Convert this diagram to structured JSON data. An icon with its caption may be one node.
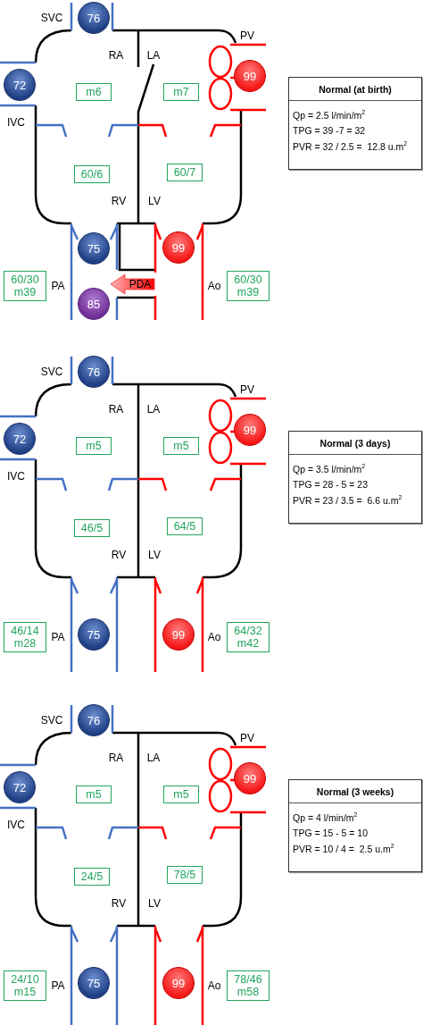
{
  "diagram": {
    "nodes": [
      {
        "text": [
          "76"
        ]
      },
      {
        "text": [
          "72"
        ]
      },
      {
        "text": [
          "99"
        ]
      },
      {
        "text": [
          "m6"
        ]
      },
      {
        "text": [
          "m7"
        ]
      },
      {
        "text": [
          "60/6"
        ]
      },
      {
        "text": [
          "60/7"
        ]
      },
      {
        "text": [
          "75"
        ]
      },
      {
        "text": [
          "99"
        ]
      },
      {
        "text": [
          "60/30 m39"
        ]
      },
      {
        "text": [
          "85"
        ]
      },
      {
        "text": [
          "60/30 m39"
        ]
      },
      {
        "text": [
          "Normal (at birth)",
          "Qp = 2.5 l/min/m$^{2}$",
          "TPG = 39 -7 = 32",
          "PVR = 32 / 2.5 =  12.8 u.m$^{2}$"
        ]
      },
      {
        "text": [
          "76"
        ]
      },
      {
        "text": [
          "72"
        ]
      },
      {
        "text": [
          "99"
        ]
      },
      {
        "text": [
          "m5"
        ]
      },
      {
        "text": [
          "m5"
        ]
      },
      {
        "text": [
          "46/5"
        ]
      },
      {
        "text": [
          "64/5"
        ]
      },
      {
        "text": [
          "46/14 m28"
        ]
      },
      {
        "text": [
          "75"
        ]
      },
      {
        "text": [
          "99"
        ]
      },
      {
        "text": [
          "64/32 m42"
        ]
      },
      {
        "text": [
          "Normal (3 days)",
          "Qp = 3.5 l/min/m$^{2}$",
          "TPG = 28 - 5 = 23",
          "PVR = 23 / 3.5 =  6.6 u.m$^{2}$"
        ]
      },
      {
        "text": [
          "76"
        ]
      },
      {
        "text": [
          "72"
        ]
      },
      {
        "text": [
          "99"
        ]
      },
      {
        "text": [
          "m5"
        ]
      },
      {
        "text": [
          "m5"
        ]
      },
      {
        "text": [
          "24/5"
        ]
      },
      {
        "text": [
          "78/5"
        ]
      },
      {
        "text": [
          "24/10 m15"
        ]
      },
      {
        "text": [
          "75"
        ]
      },
      {
        "text": [
          "99"
        ]
      },
      {
        "text": [
          "78/46 m58"
        ]
      },
      {
        "text": [
          "Normal (3 weeks)",
          "Qp = 4 l/min/m$^{2}$",
          "TPG = 15 - 5 = 10",
          "PVR = 10 / 4 =  2.5 u.m$^{2}$"
        ]
      }
    ],
    "edges": [
      {
        "from": null,
        "to": 10,
        "arrow": "to",
        "label": "PDA"
      }
    ],
    "labels": [
      "SVC",
      "PV",
      "RA",
      "LA",
      "IVC",
      "RV",
      "LV",
      "PA",
      "Ao",
      "SVC",
      "PV",
      "RA",
      "LA",
      "IVC",
      "RV",
      "LV",
      "PA",
      "Ao",
      "SVC",
      "PV",
      "RA",
      "LA",
      "IVC",
      "RV",
      "LV",
      "PA",
      "Ao"
    ]
  }
}
